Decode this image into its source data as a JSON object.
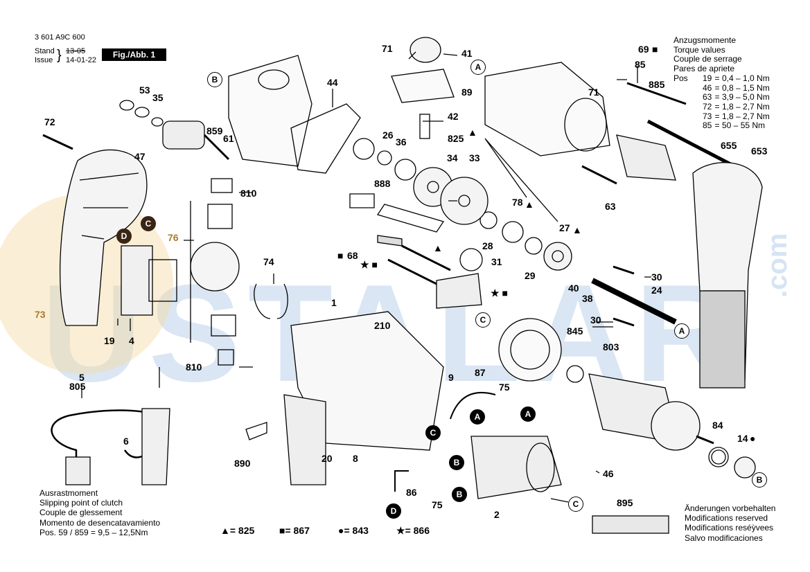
{
  "header": {
    "doc_number": "3 601 A9C 600",
    "stand_label": "Stand",
    "issue_label": "Issue",
    "stand_date_old": "13-05",
    "issue_date": "14-01-22",
    "fig_label": "Fig./Abb. 1"
  },
  "torque_table": {
    "titles": [
      "Anzugsmomente",
      "Torque values",
      "Couple de serrage",
      "Pares de apriete"
    ],
    "rows": [
      {
        "pos": "Pos",
        "num": "19",
        "eq": "=",
        "val": "0,4 – 1,0 Nm"
      },
      {
        "pos": "",
        "num": "46",
        "eq": "=",
        "val": "0,8 – 1,5 Nm"
      },
      {
        "pos": "",
        "num": "63",
        "eq": "=",
        "val": "3,9 – 5,0 Nm"
      },
      {
        "pos": "",
        "num": "72",
        "eq": "=",
        "val": "1,8 – 2,7 Nm"
      },
      {
        "pos": "",
        "num": "73",
        "eq": "=",
        "val": "1,8 – 2,7 Nm"
      },
      {
        "pos": "",
        "num": "85",
        "eq": "=",
        "val": "50 – 55 Nm"
      }
    ]
  },
  "slip_block": {
    "lines": [
      "Ausrastmoment",
      "Slipping point of clutch",
      "Couple de glessement",
      "Momento de desencatavamiento",
      "Pos.  59 / 859  =  9,5 – 12,5Nm"
    ]
  },
  "changes_block": {
    "lines": [
      "Änderungen vorbehalten",
      "Modifications reserved",
      "Modifications reséỳvees",
      "Salvo modificaciones"
    ]
  },
  "legend": [
    {
      "symbol": "▲",
      "text": "= 825"
    },
    {
      "symbol": "■",
      "text": "= 867"
    },
    {
      "symbol": "●",
      "text": "= 843"
    },
    {
      "symbol": "★",
      "text": "= 866"
    }
  ],
  "part_labels": {
    "p71a": "71",
    "p41": "41",
    "p69": "69",
    "p69sym": "■",
    "p53": "53",
    "p35": "35",
    "p44": "44",
    "p89": "89",
    "p85": "85",
    "p885": "885",
    "p72": "72",
    "p859": "859",
    "p61": "61",
    "p26": "26",
    "p36": "36",
    "p42": "42",
    "p71b": "71",
    "p825": "825",
    "p825sym": "▲",
    "p47": "47",
    "p34": "34",
    "p33": "33",
    "p655": "655",
    "p653": "653",
    "p810a": "810",
    "p888": "888",
    "p63": "63",
    "p78": "78",
    "p78sym": "▲",
    "p27": "27",
    "p27sym": "▲",
    "p76": "76",
    "p68": "68",
    "p68sym": "■",
    "p28": "28",
    "p74": "74",
    "p31": "31",
    "p29": "29",
    "p30a": "30",
    "p40": "40",
    "p24": "24",
    "p38": "38",
    "p73": "73",
    "p1": "1",
    "p19": "19",
    "p4": "4",
    "p30b": "30",
    "p845": "845",
    "p210": "210",
    "p803": "803",
    "p810b": "810",
    "p9": "9",
    "p87": "87",
    "p75a": "75",
    "p5": "5",
    "p805": "805",
    "p6": "6",
    "p890": "890",
    "p20": "20",
    "p8": "8",
    "p84": "84",
    "p14": "14",
    "p14sym": "●",
    "p46": "46",
    "p86": "86",
    "p75b": "75",
    "p2": "2",
    "p895": "895",
    "tri_mark": "▲",
    "star_sq_a": "★ ■",
    "star_sq_b": "★ ■"
  },
  "callouts": {
    "A_top": "A",
    "A_mid": "A",
    "A_a": "A",
    "A_b": "A",
    "B_top": "B",
    "B_right": "B",
    "B_a": "B",
    "B_b": "B",
    "C_top": "C",
    "C_mid": "C",
    "C_a": "C",
    "C_b": "C",
    "D_top": "D",
    "D_bot": "D"
  },
  "watermark": {
    "text": "USTALAR",
    "suffix": ".com"
  },
  "colors": {
    "ink": "#000000",
    "label_orange": "#a87a2c",
    "wm_blue": "#bcd3ea",
    "wm_orange": "#f3d9a4"
  }
}
